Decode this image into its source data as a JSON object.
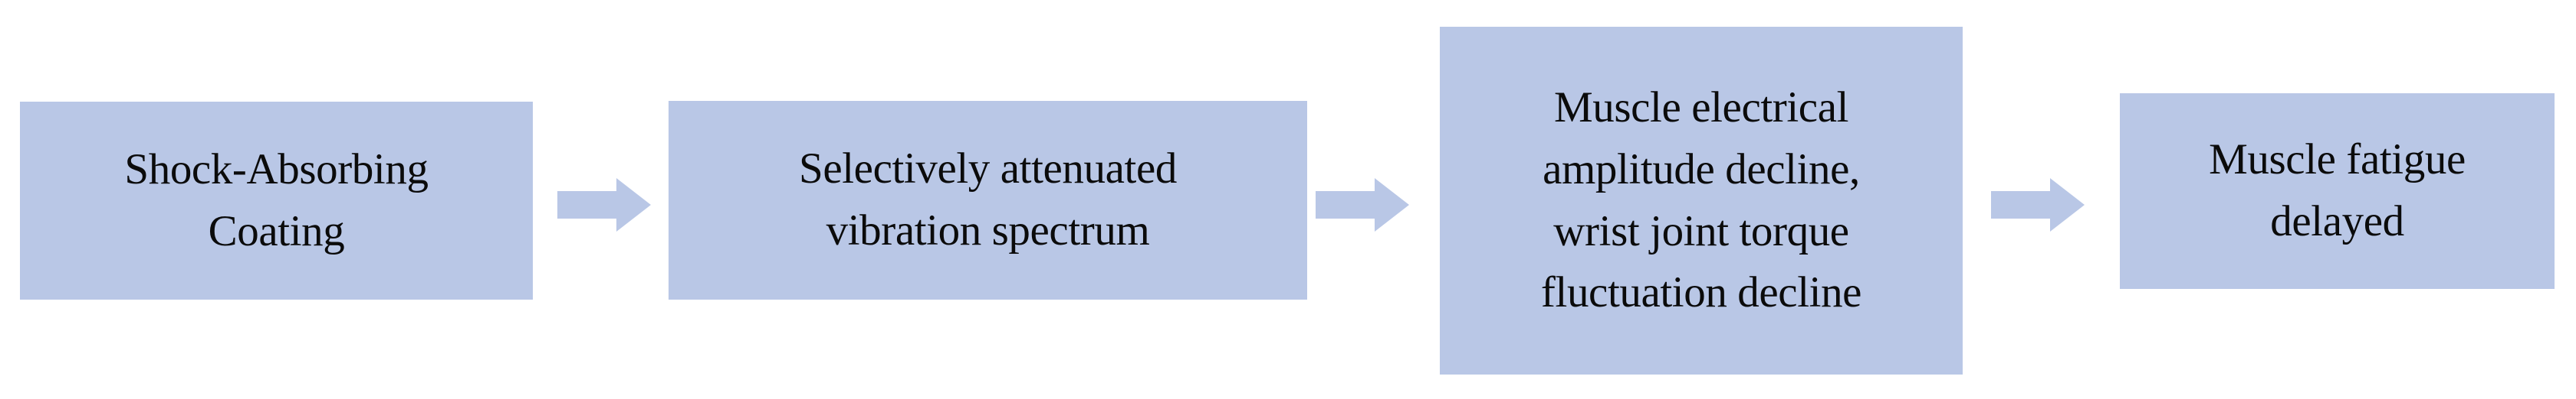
{
  "diagram": {
    "title": "Shock-absorbing coating effect chain",
    "type": "linear-flowchart",
    "orientation": "left-to-right",
    "colors": {
      "node_fill": "#b9c7e6",
      "arrow_fill": "#b9c7e6",
      "text": "#0b0b0b",
      "background": "#ffffff"
    },
    "nodes": [
      {
        "id": "node-1",
        "name": "shock-absorbing-coating",
        "lines": [
          "Shock-Absorbing",
          "Coating"
        ],
        "text": "Shock-Absorbing Coating"
      },
      {
        "id": "node-2",
        "name": "selectively-attenuated-vibration-spectrum",
        "lines": [
          "Selectively attenuated",
          "vibration spectrum"
        ],
        "text": "Selectively attenuated vibration spectrum"
      },
      {
        "id": "node-3",
        "name": "muscle-electrical-amplitude-decline",
        "lines": [
          "Muscle electrical",
          "amplitude decline,",
          "wrist joint torque",
          "fluctuation decline"
        ],
        "text": "Muscle electrical amplitude decline, wrist joint torque fluctuation decline"
      },
      {
        "id": "node-4",
        "name": "muscle-fatigue-delayed",
        "lines": [
          "Muscle fatigue",
          "delayed"
        ],
        "text": "Muscle fatigue delayed"
      }
    ],
    "arrows": [
      {
        "id": "arrow-1",
        "name": "arrow-right-icon",
        "from": "node-1",
        "to": "node-2",
        "glyph": "→"
      },
      {
        "id": "arrow-2",
        "name": "arrow-right-icon",
        "from": "node-2",
        "to": "node-3",
        "glyph": "→"
      },
      {
        "id": "arrow-3",
        "name": "arrow-right-icon",
        "from": "node-3",
        "to": "node-4",
        "glyph": "→"
      }
    ]
  }
}
